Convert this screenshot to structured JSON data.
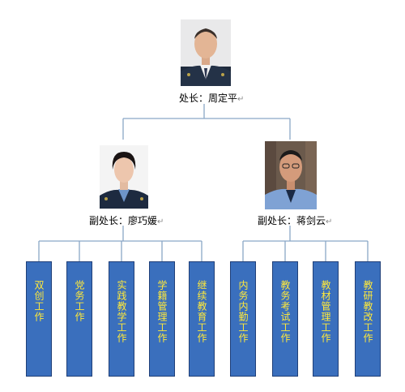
{
  "head": {
    "caption": "处长：周定平",
    "mark": "↵"
  },
  "deputy_left": {
    "caption": "副处长：廖巧媛",
    "mark": "↵"
  },
  "deputy_right": {
    "caption": "副处长：蒋剑云",
    "mark": "↵"
  },
  "units": [
    {
      "label": "双创工作"
    },
    {
      "label": "党务工作"
    },
    {
      "label": "实践教学工作"
    },
    {
      "label": "学籍管理工作"
    },
    {
      "label": "继续教育工作"
    },
    {
      "label": "内务内勤工作"
    },
    {
      "label": "教务考试工作"
    },
    {
      "label": "教材管理工作"
    },
    {
      "label": "教研教改工作"
    }
  ],
  "colors": {
    "box_fill": "#3a6fbd",
    "box_text": "#ffe93a",
    "connector": "#8aa7c7"
  }
}
